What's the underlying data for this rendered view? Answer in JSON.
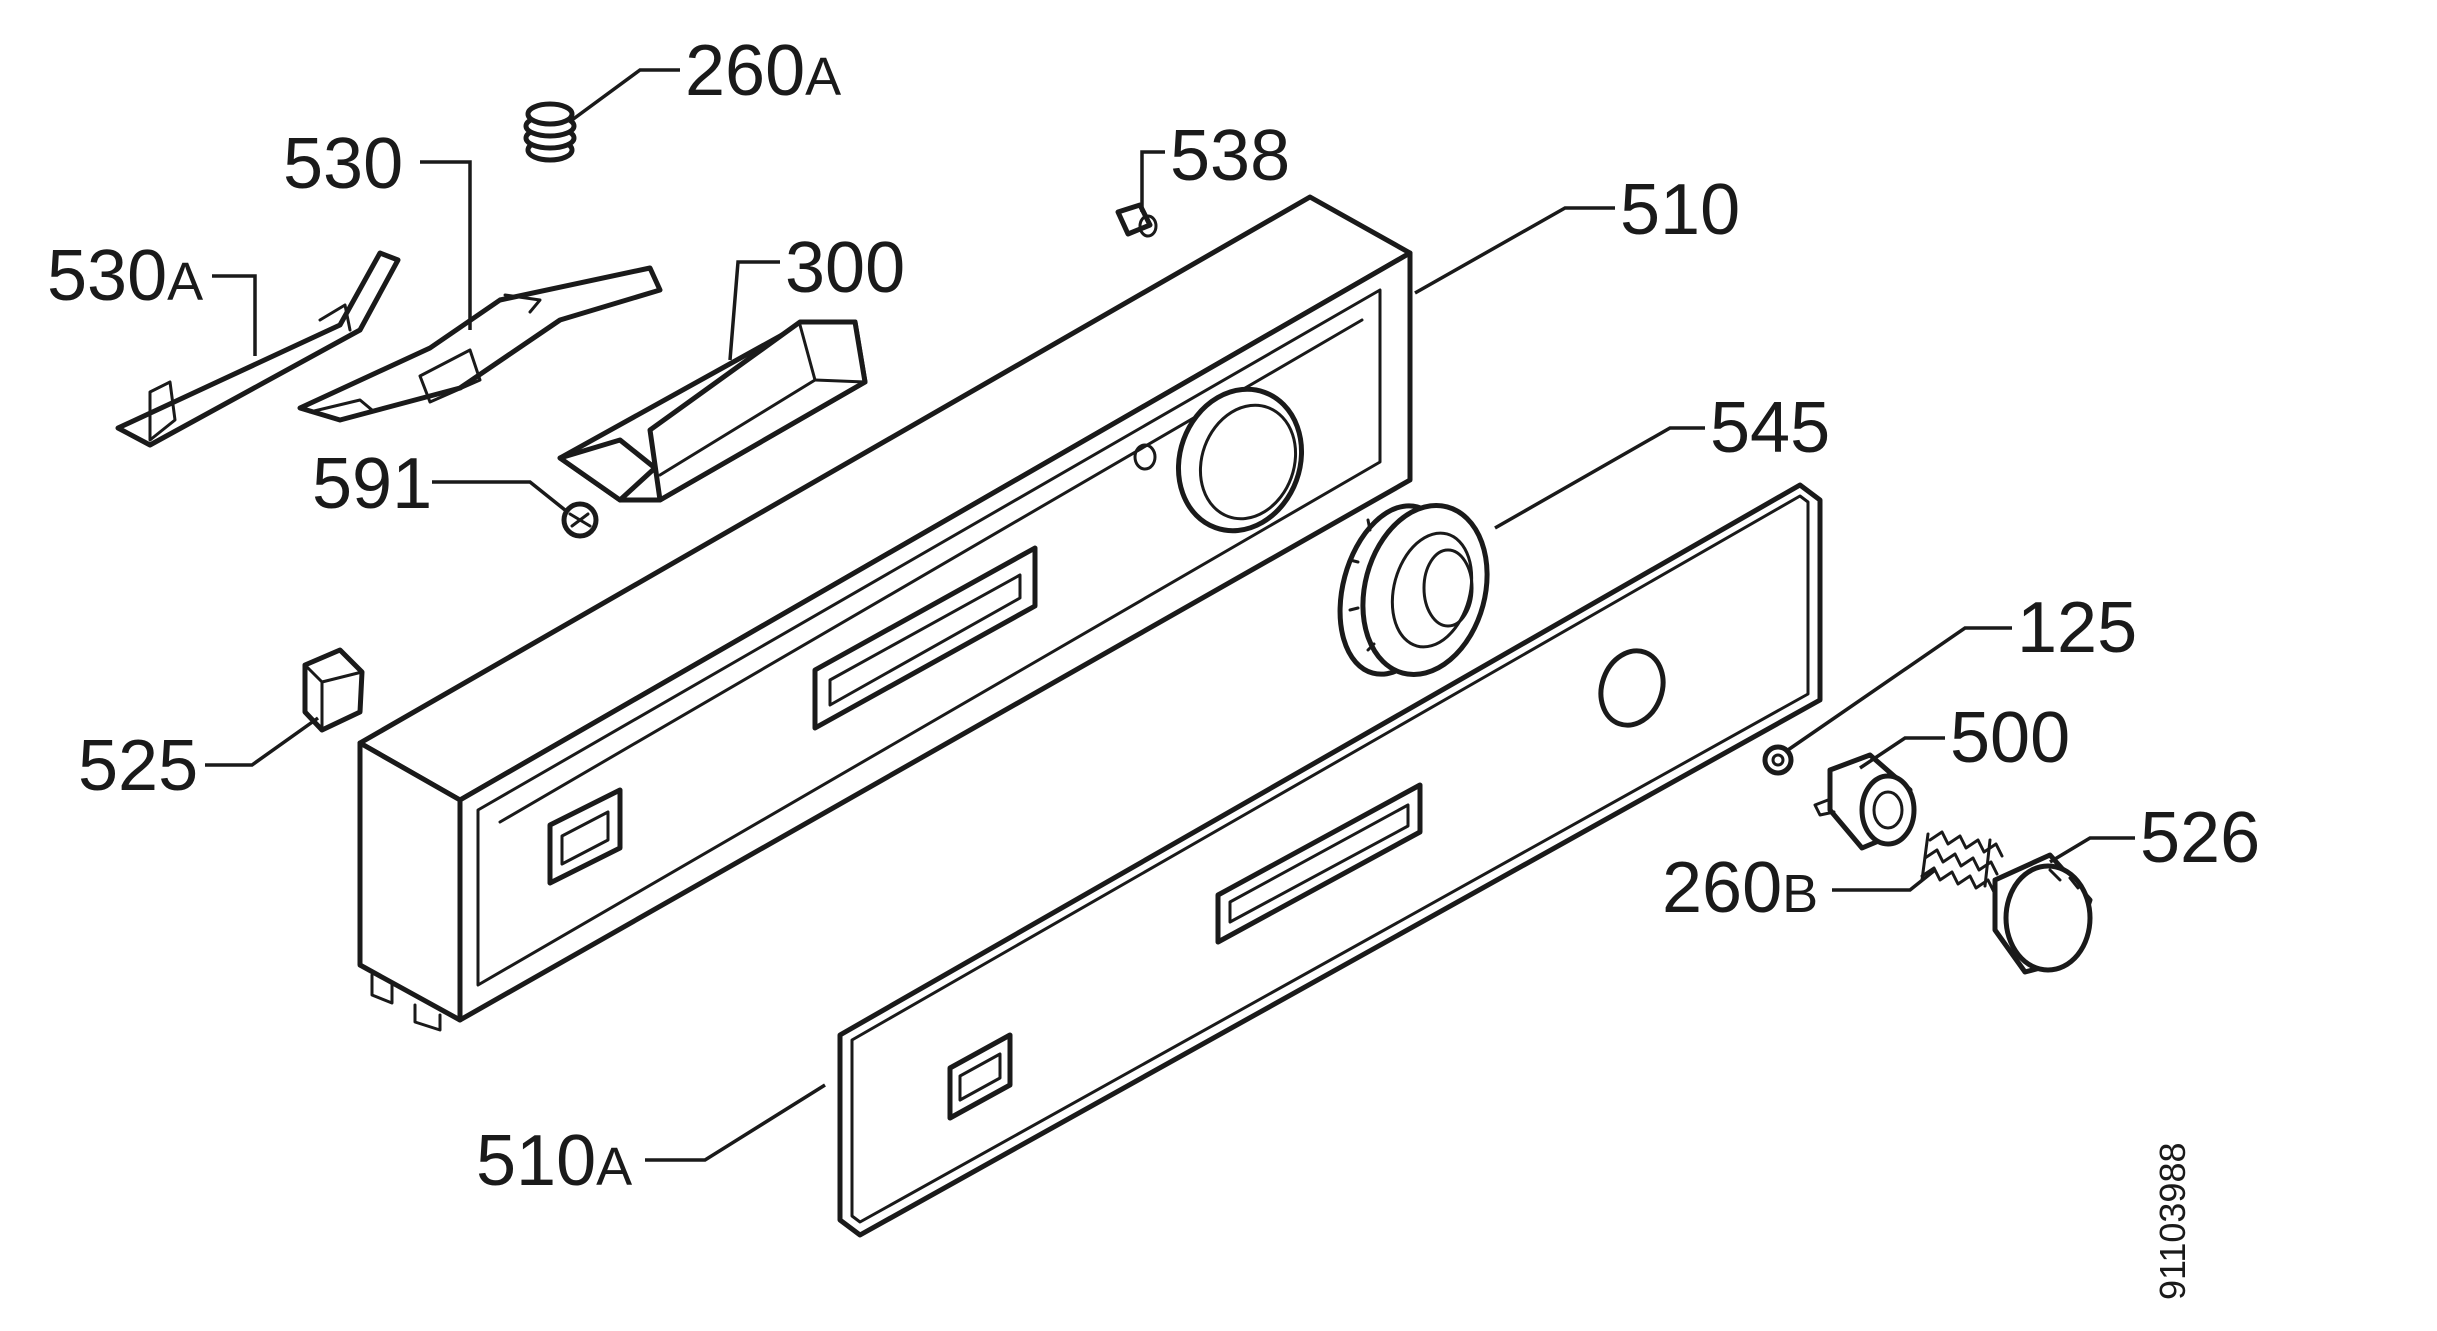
{
  "parts": {
    "p260a": {
      "num": "260",
      "suffix": "A"
    },
    "p530": {
      "num": "530",
      "suffix": ""
    },
    "p530a": {
      "num": "530",
      "suffix": "A"
    },
    "p300": {
      "num": "300",
      "suffix": ""
    },
    "p591": {
      "num": "591",
      "suffix": ""
    },
    "p538": {
      "num": "538",
      "suffix": ""
    },
    "p510": {
      "num": "510",
      "suffix": ""
    },
    "p545": {
      "num": "545",
      "suffix": ""
    },
    "p525": {
      "num": "525",
      "suffix": ""
    },
    "p125": {
      "num": "125",
      "suffix": ""
    },
    "p500": {
      "num": "500",
      "suffix": ""
    },
    "p260b": {
      "num": "260",
      "suffix": "B"
    },
    "p526": {
      "num": "526",
      "suffix": ""
    },
    "p510a": {
      "num": "510",
      "suffix": "A"
    }
  },
  "document_number": "91103988"
}
